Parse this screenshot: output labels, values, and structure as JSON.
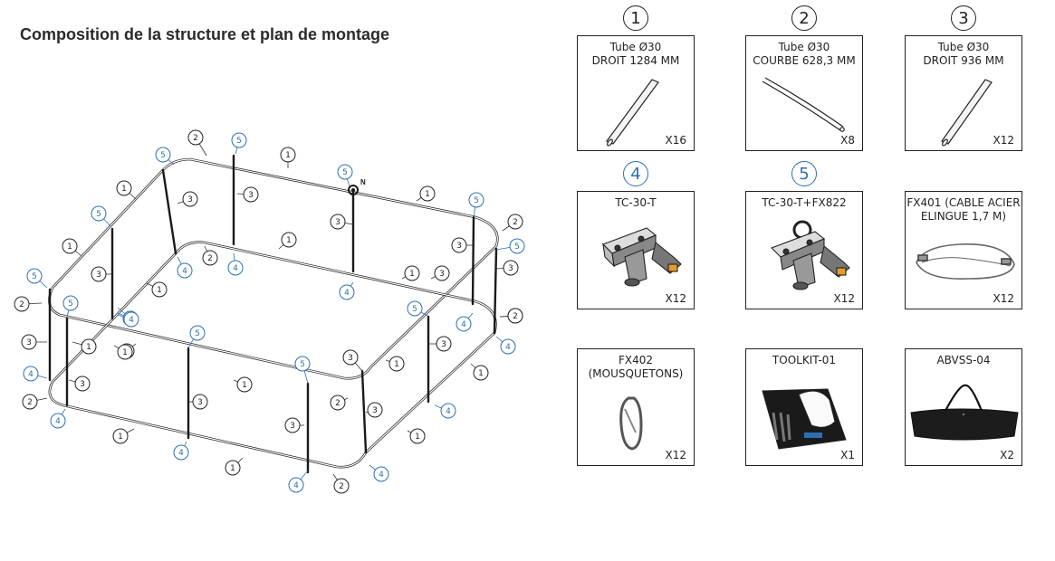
{
  "title": "Composition de la structure et plan de montage",
  "diagram": {
    "north_label": "N",
    "callouts": [
      {
        "n": "2",
        "blue": false
      },
      {
        "n": "5",
        "blue": true
      },
      {
        "n": "5",
        "blue": true
      },
      {
        "n": "1",
        "blue": false
      },
      {
        "n": "1",
        "blue": false
      },
      {
        "n": "5",
        "blue": true
      },
      {
        "n": "3",
        "blue": false
      },
      {
        "n": "3",
        "blue": false
      },
      {
        "n": "1",
        "blue": false
      },
      {
        "n": "5",
        "blue": true
      },
      {
        "n": "2",
        "blue": false
      },
      {
        "n": "5",
        "blue": true
      },
      {
        "n": "3",
        "blue": false
      },
      {
        "n": "3",
        "blue": false
      },
      {
        "n": "5",
        "blue": true
      },
      {
        "n": "1",
        "blue": false
      },
      {
        "n": "2",
        "blue": false
      },
      {
        "n": "4",
        "blue": true
      },
      {
        "n": "4",
        "blue": true
      },
      {
        "n": "1",
        "blue": false
      },
      {
        "n": "5",
        "blue": true
      },
      {
        "n": "2",
        "blue": false
      },
      {
        "n": "4",
        "blue": true
      },
      {
        "n": "3",
        "blue": false
      },
      {
        "n": "1",
        "blue": false
      },
      {
        "n": "3",
        "blue": false
      },
      {
        "n": "3",
        "blue": false
      },
      {
        "n": "4",
        "blue": true
      },
      {
        "n": "1",
        "blue": false
      },
      {
        "n": "5",
        "blue": true
      },
      {
        "n": "1",
        "blue": false
      },
      {
        "n": "2",
        "blue": false
      },
      {
        "n": "4",
        "blue": true
      },
      {
        "n": "3",
        "blue": false
      },
      {
        "n": "1",
        "blue": false
      },
      {
        "n": "4",
        "blue": true
      },
      {
        "n": "1",
        "blue": false
      },
      {
        "n": "2",
        "blue": false
      },
      {
        "n": "5",
        "blue": true
      },
      {
        "n": "3",
        "blue": false
      },
      {
        "n": "4",
        "blue": true
      },
      {
        "n": "3",
        "blue": false
      },
      {
        "n": "5",
        "blue": true
      },
      {
        "n": "3",
        "blue": false
      },
      {
        "n": "1",
        "blue": false
      },
      {
        "n": "1",
        "blue": false
      },
      {
        "n": "4",
        "blue": true
      },
      {
        "n": "1",
        "blue": false
      },
      {
        "n": "2",
        "blue": false
      },
      {
        "n": "3",
        "blue": false
      },
      {
        "n": "4",
        "blue": true
      },
      {
        "n": "4",
        "blue": true
      },
      {
        "n": "1",
        "blue": false
      },
      {
        "n": "3",
        "blue": false
      },
      {
        "n": "4",
        "blue": true
      },
      {
        "n": "5",
        "blue": true
      },
      {
        "n": "3",
        "blue": false
      },
      {
        "n": "2",
        "blue": false
      },
      {
        "n": "4",
        "blue": true
      },
      {
        "n": "4",
        "blue": true
      },
      {
        "n": "2",
        "blue": false
      },
      {
        "n": "1",
        "blue": false
      },
      {
        "n": "1",
        "blue": false
      },
      {
        "n": "4",
        "blue": true
      }
    ]
  },
  "parts": [
    {
      "number": "1",
      "blue": false,
      "name": "Tube Ø30\nDROIT 1284 MM",
      "qty": "X16",
      "icon": "straight-tube-icon"
    },
    {
      "number": "2",
      "blue": false,
      "name": "Tube Ø30\nCOURBE 628,3 MM",
      "qty": "X8",
      "icon": "curved-tube-icon"
    },
    {
      "number": "3",
      "blue": false,
      "name": "Tube Ø30\nDROIT 936 MM",
      "qty": "X12",
      "icon": "straight-tube-icon"
    },
    {
      "number": "4",
      "blue": true,
      "name": "TC-30-T",
      "qty": "X12",
      "icon": "t-connector-icon"
    },
    {
      "number": "5",
      "blue": true,
      "name": "TC-30-T+FX822",
      "qty": "X12",
      "icon": "t-connector-eyelet-icon"
    },
    {
      "number": "",
      "blue": false,
      "name": "FX401 (CABLE ACIER\nELINGUE 1,7 M)",
      "qty": "X12",
      "icon": "steel-cable-icon"
    },
    {
      "number": "",
      "blue": false,
      "name": "FX402\n(MOUSQUETONS)",
      "qty": "X12",
      "icon": "carabiner-icon"
    },
    {
      "number": "",
      "blue": false,
      "name": "TOOLKIT-01",
      "qty": "X1",
      "icon": "toolkit-icon"
    },
    {
      "number": "",
      "blue": false,
      "name": "ABVSS-04",
      "qty": "X2",
      "icon": "carry-bag-icon"
    }
  ],
  "colors": {
    "accent_blue": "#2d6fb3",
    "line": "#222222"
  }
}
